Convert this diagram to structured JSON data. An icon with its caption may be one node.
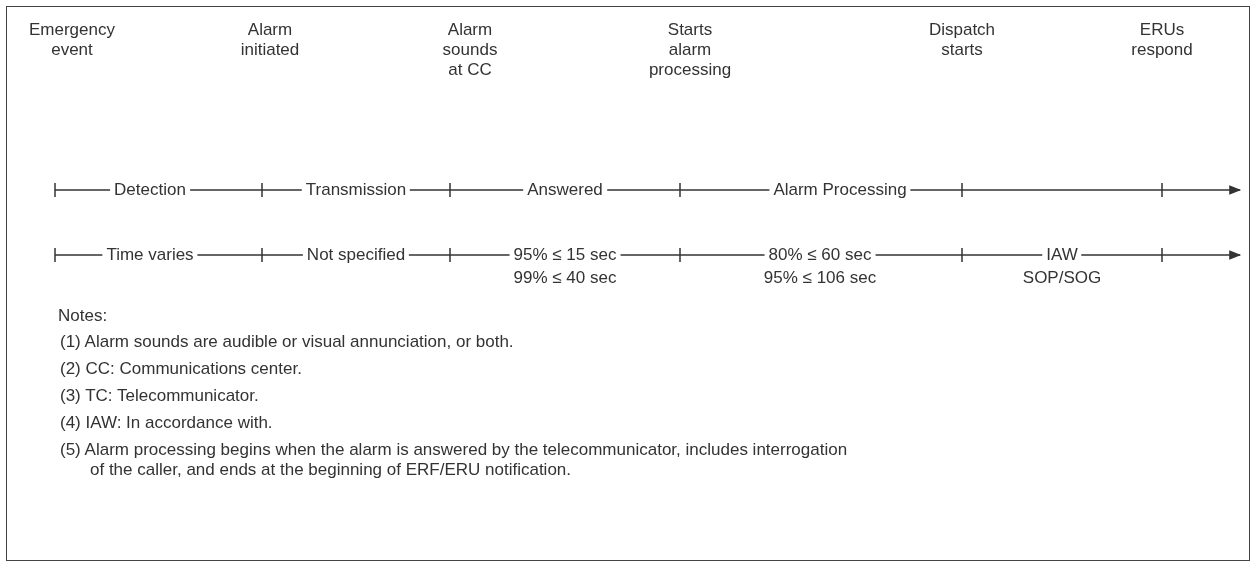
{
  "diagram": {
    "labels": [
      "Emergency event",
      "Alarm initiated",
      "Alarm sounds at CC",
      "Starts alarm processing",
      "Dispatch starts",
      "ERUs respond",
      "Detection",
      "Transmission",
      "Answered",
      "Alarm Processing",
      "Time varies",
      "Not specified",
      "95% ≤ 15 sec",
      "80% ≤ 60 sec",
      "IAW",
      "99% ≤ 40 sec",
      "95% ≤ 106 sec",
      "SOP/SOG",
      "Notes:",
      "(1) Alarm sounds are audible or visual annunciation, or both.",
      "(2) CC: Communications center.",
      "(3) TC: Telecommunicator.",
      "(4) IAW: In accordance with.",
      "(5) Alarm processing begins when the alarm is answered by the telecommunicator, includes interrogation of the caller, and ends at the beginning of ERF/ERU notification."
    ]
  }
}
